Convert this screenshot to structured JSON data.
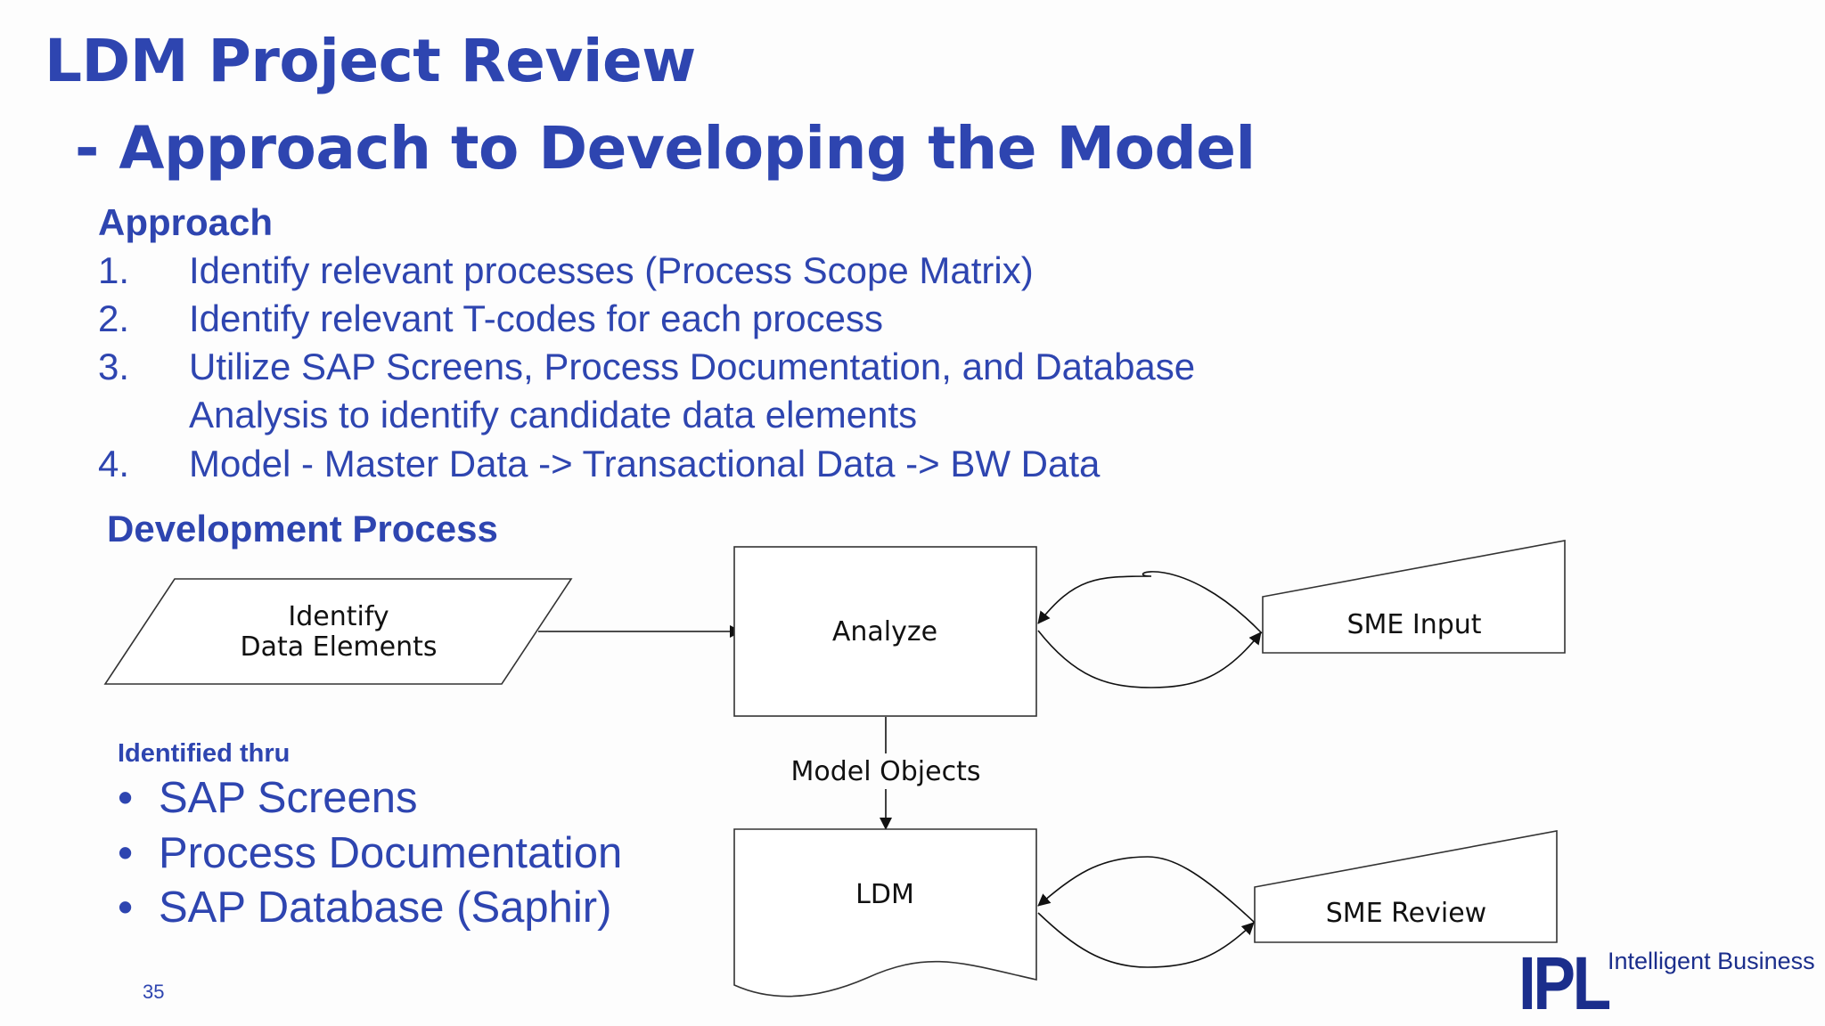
{
  "slide": {
    "title_line1": "LDM Project Review",
    "title_line2": "- Approach to Developing the Model",
    "page_number": "35",
    "accent_color": "#2e45b0"
  },
  "approach": {
    "heading": "Approach",
    "steps": [
      {
        "num": "1.",
        "lines": [
          "Identify relevant processes (Process Scope Matrix)"
        ]
      },
      {
        "num": "2.",
        "lines": [
          "Identify relevant T-codes for each process"
        ]
      },
      {
        "num": "3.",
        "lines": [
          "Utilize SAP Screens, Process Documentation, and Database",
          "Analysis to identify candidate data elements"
        ]
      },
      {
        "num": "4.",
        "lines": [
          "Model - Master Data -> Transactional Data -> BW Data"
        ]
      }
    ]
  },
  "development": {
    "heading": "Development Process",
    "identified_heading": "Identified thru",
    "bullet_glyph": "•",
    "bullets": [
      "SAP Screens",
      "Process Documentation",
      "SAP Database (Saphir)"
    ]
  },
  "diagram": {
    "identify_line1": "Identify",
    "identify_line2": "Data Elements",
    "analyze": "Analyze",
    "sme_input": "SME Input",
    "model_objects": "Model Objects",
    "ldm": "LDM",
    "sme_review": "SME Review"
  },
  "logo": {
    "mark": "IPL",
    "tagline": "Intelligent Business"
  }
}
